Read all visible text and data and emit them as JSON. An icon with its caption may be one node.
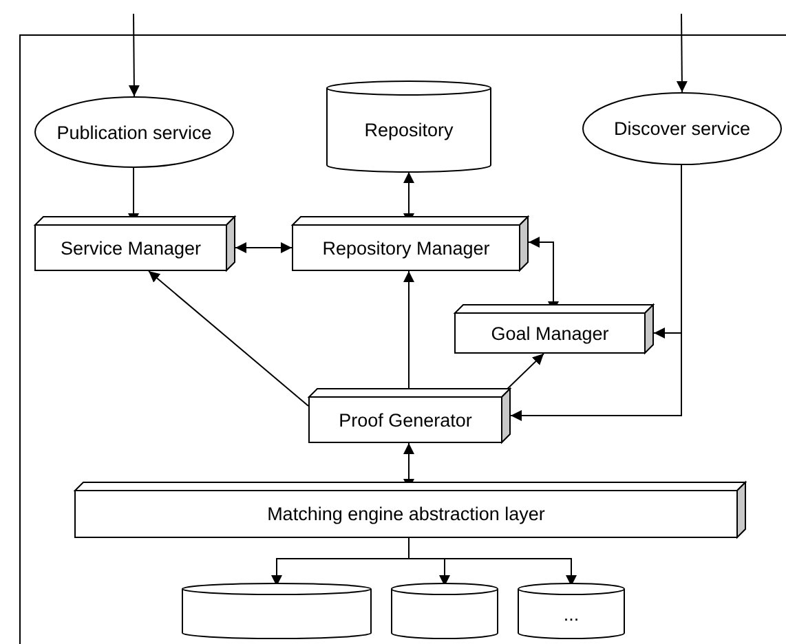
{
  "diagram": {
    "nodes": [
      {
        "text": [
          "Publication service"
        ]
      },
      {
        "text": [
          "Repository"
        ]
      },
      {
        "text": [
          "Discover service"
        ]
      },
      {
        "text": [
          "Service Manager"
        ]
      },
      {
        "text": [
          "Repository Manager"
        ]
      },
      {
        "text": [
          "Goal Manager"
        ]
      },
      {
        "text": [
          "Proof Generator"
        ]
      },
      {
        "text": [
          "Matching engine abstraction layer"
        ]
      },
      {
        "text": [],
        "shape": "cylinder"
      },
      {
        "text": [],
        "shape": "cylinder"
      },
      {
        "text": [
          "..."
        ]
      }
    ],
    "edges": [
      {
        "from": null,
        "to": 0,
        "arrow": "to"
      },
      {
        "from": null,
        "to": 2,
        "arrow": "to"
      },
      {
        "from": 0,
        "to": 3,
        "arrow": "to"
      },
      {
        "from": 1,
        "to": 4,
        "arrow": "both"
      },
      {
        "from": 3,
        "to": 4,
        "arrow": "both"
      },
      {
        "from": 4,
        "to": 5,
        "arrow": "both"
      },
      {
        "from": 6,
        "to": 3,
        "arrow": "to"
      },
      {
        "from": 6,
        "to": 4,
        "arrow": "to"
      },
      {
        "from": 6,
        "to": 5,
        "arrow": "to"
      },
      {
        "from": 2,
        "to": 5,
        "arrow": "to"
      },
      {
        "from": 2,
        "to": 6,
        "arrow": "to"
      },
      {
        "from": 6,
        "to": 7,
        "arrow": "both"
      },
      {
        "from": 7,
        "to": 8,
        "arrow": "to"
      },
      {
        "from": 7,
        "to": 9,
        "arrow": "to"
      },
      {
        "from": 7,
        "to": 10,
        "arrow": "to"
      }
    ]
  }
}
